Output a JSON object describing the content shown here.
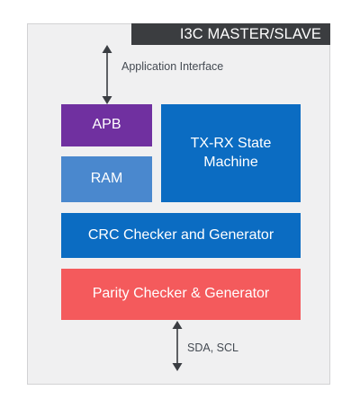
{
  "diagram": {
    "title": "I3C MASTER/SLAVE",
    "top_interface_label": "Application Interface",
    "bottom_interface_label": "SDA, SCL",
    "blocks": {
      "apb": "APB",
      "ram": "RAM",
      "txrx": "TX-RX State\nMachine",
      "crc": "CRC Checker and Generator",
      "parity": "Parity Checker & Generator"
    },
    "colors": {
      "apb": "#7030a0",
      "ram": "#4a88ce",
      "txrx": "#0b6cc2",
      "crc": "#0b6cc2",
      "parity": "#f45a5c",
      "banner": "#3b3d40",
      "arrow": "#3a3d42"
    }
  }
}
